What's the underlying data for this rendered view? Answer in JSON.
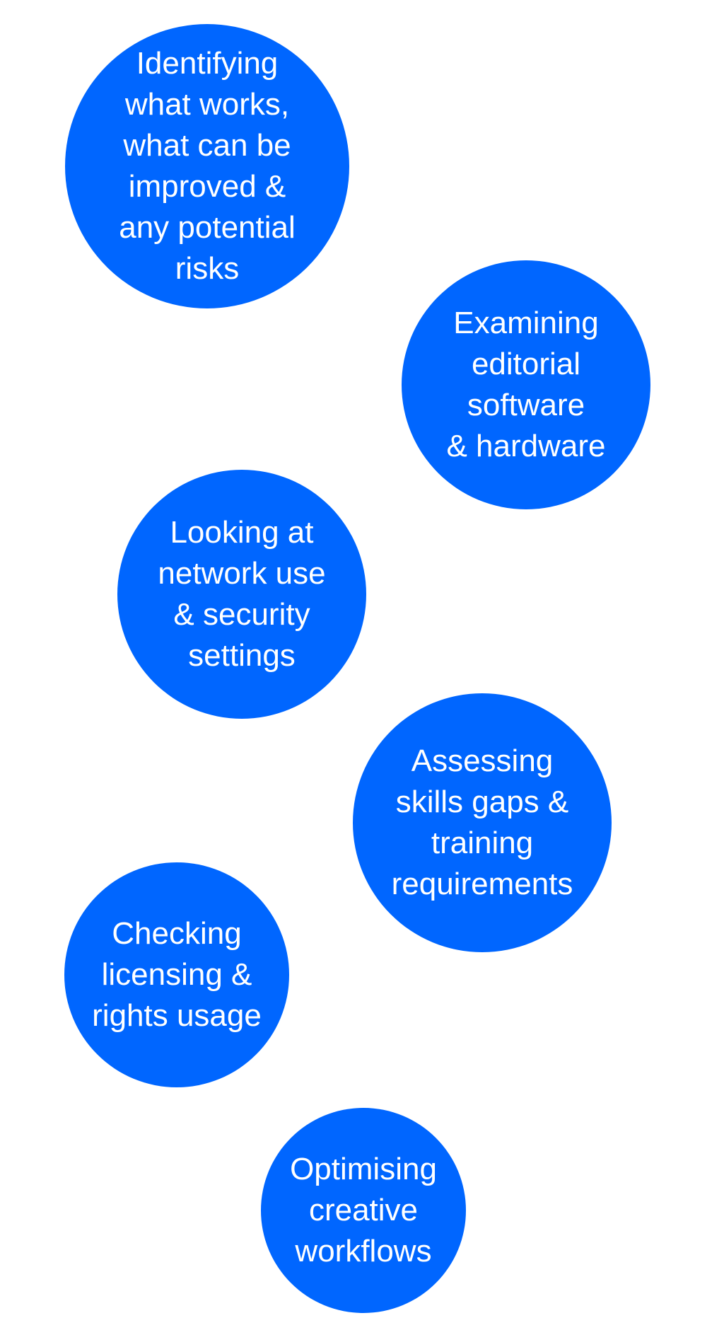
{
  "theme": {
    "bubble_color": "#0066ff",
    "text_color": "#ffffff"
  },
  "bubbles": [
    {
      "label": "Identifying\nwhat works,\nwhat can be\nimproved &\nany potential\nrisks"
    },
    {
      "label": "Examining\neditorial\nsoftware\n& hardware"
    },
    {
      "label": "Looking at\nnetwork use\n& security\nsettings"
    },
    {
      "label": "Assessing\nskills gaps &\ntraining\nrequirements"
    },
    {
      "label": "Checking\nlicensing &\nrights usage"
    },
    {
      "label": "Optimising\ncreative\nworkflows"
    }
  ]
}
